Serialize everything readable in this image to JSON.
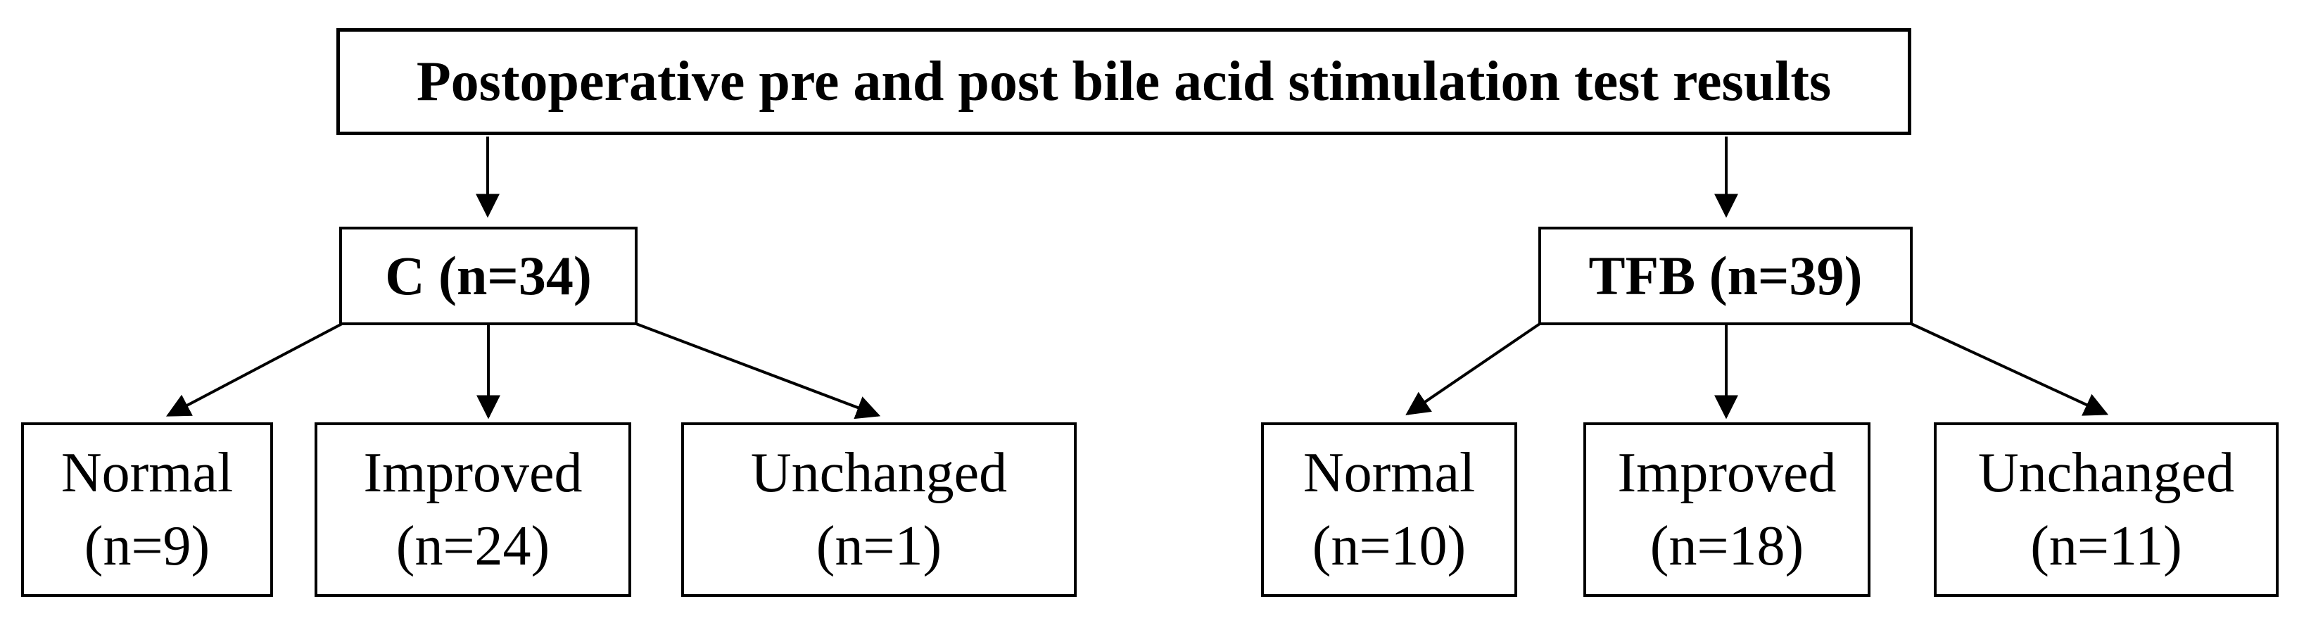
{
  "figure": {
    "title": "Postoperative pre and post bile acid stimulation test results",
    "groups": [
      {
        "label": "C (n=34)",
        "outcomes": [
          {
            "label": "Normal",
            "count": "(n=9)"
          },
          {
            "label": "Improved",
            "count": "(n=24)"
          },
          {
            "label": "Unchanged",
            "count": "(n=1)"
          }
        ]
      },
      {
        "label": "TFB (n=39)",
        "outcomes": [
          {
            "label": "Normal",
            "count": "(n=10)"
          },
          {
            "label": "Improved",
            "count": "(n=18)"
          },
          {
            "label": "Unchanged",
            "count": "(n=11)"
          }
        ]
      }
    ],
    "colors": {
      "line": "#000000",
      "box_border": "#000000",
      "text": "#000000",
      "background": "#ffffff"
    }
  }
}
